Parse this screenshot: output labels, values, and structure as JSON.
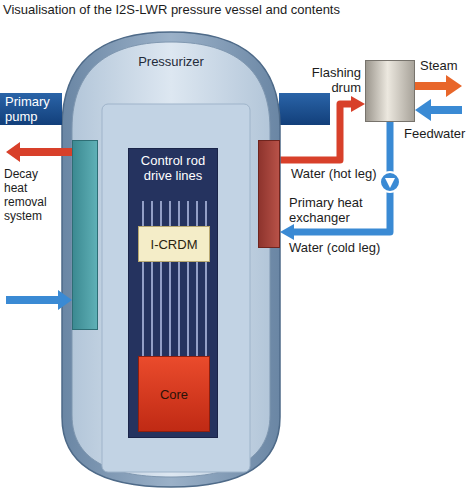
{
  "diagram": {
    "title": "Visualisation of the I2S-LWR pressure vessel and contents",
    "nodes": [
      {
        "text": [
          "Pressurizer"
        ]
      },
      {
        "text": [
          "Primary pump"
        ]
      },
      {
        "text": [
          "Control rod drive lines"
        ],
        "in": 0
      },
      {
        "text": [
          "I-CRDM"
        ],
        "in": 2
      },
      {
        "text": [
          "Core"
        ],
        "in": 2
      },
      {
        "text": [
          "Decay heat removal system"
        ],
        "in": 0
      },
      {
        "text": [
          "Primary heat exchanger"
        ],
        "in": 0
      },
      {
        "text": [
          "Flashing drum"
        ]
      }
    ],
    "edges": [
      {
        "from": 6,
        "to": 7,
        "label": "Water (hot leg)",
        "arrow": "to"
      },
      {
        "from": 7,
        "to": 6,
        "label": "Water (cold leg)",
        "arrow": "to"
      }
    ],
    "labels": [
      "Steam",
      "Feedwater"
    ]
  }
}
